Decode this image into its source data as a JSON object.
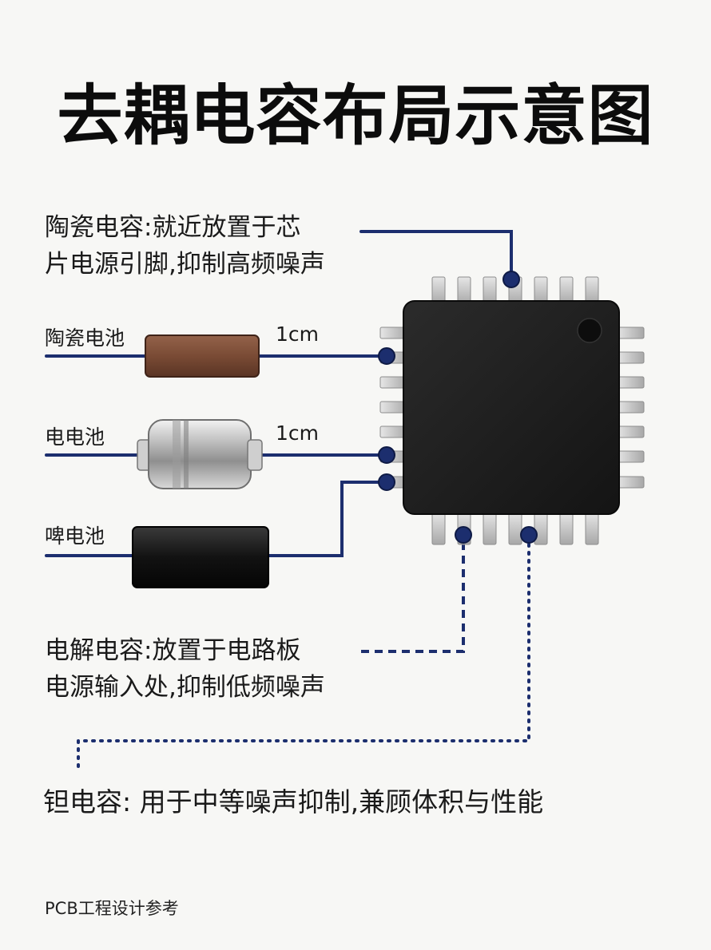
{
  "title": "去耦电容布局示意图",
  "ceramic_callout": {
    "line1": "陶瓷电容:就近放置于芯",
    "line2": "片电源引脚,抑制高频噪声"
  },
  "components": [
    {
      "label": "陶瓷电池",
      "distance": "1cm",
      "body": "ceramic-capacitor"
    },
    {
      "label": "电电池",
      "distance": "1cm",
      "body": "electrolytic-capacitor"
    },
    {
      "label": "啤电池",
      "distance": "",
      "body": "tantalum-capacitor"
    }
  ],
  "electrolytic_callout": {
    "line1": "电解电容:放置于电路板",
    "line2": "电源输入处,抑制低频噪声"
  },
  "tantalum_callout": "钽电容: 用于中等噪声抑制,兼顾体积与性能",
  "footer": "PCB工程设计参考",
  "colors": {
    "wire": "#1c2e6e",
    "chip_body": "#1d1d1d",
    "ceramic": "#7a4b35",
    "pin": "#c9c9c9"
  }
}
